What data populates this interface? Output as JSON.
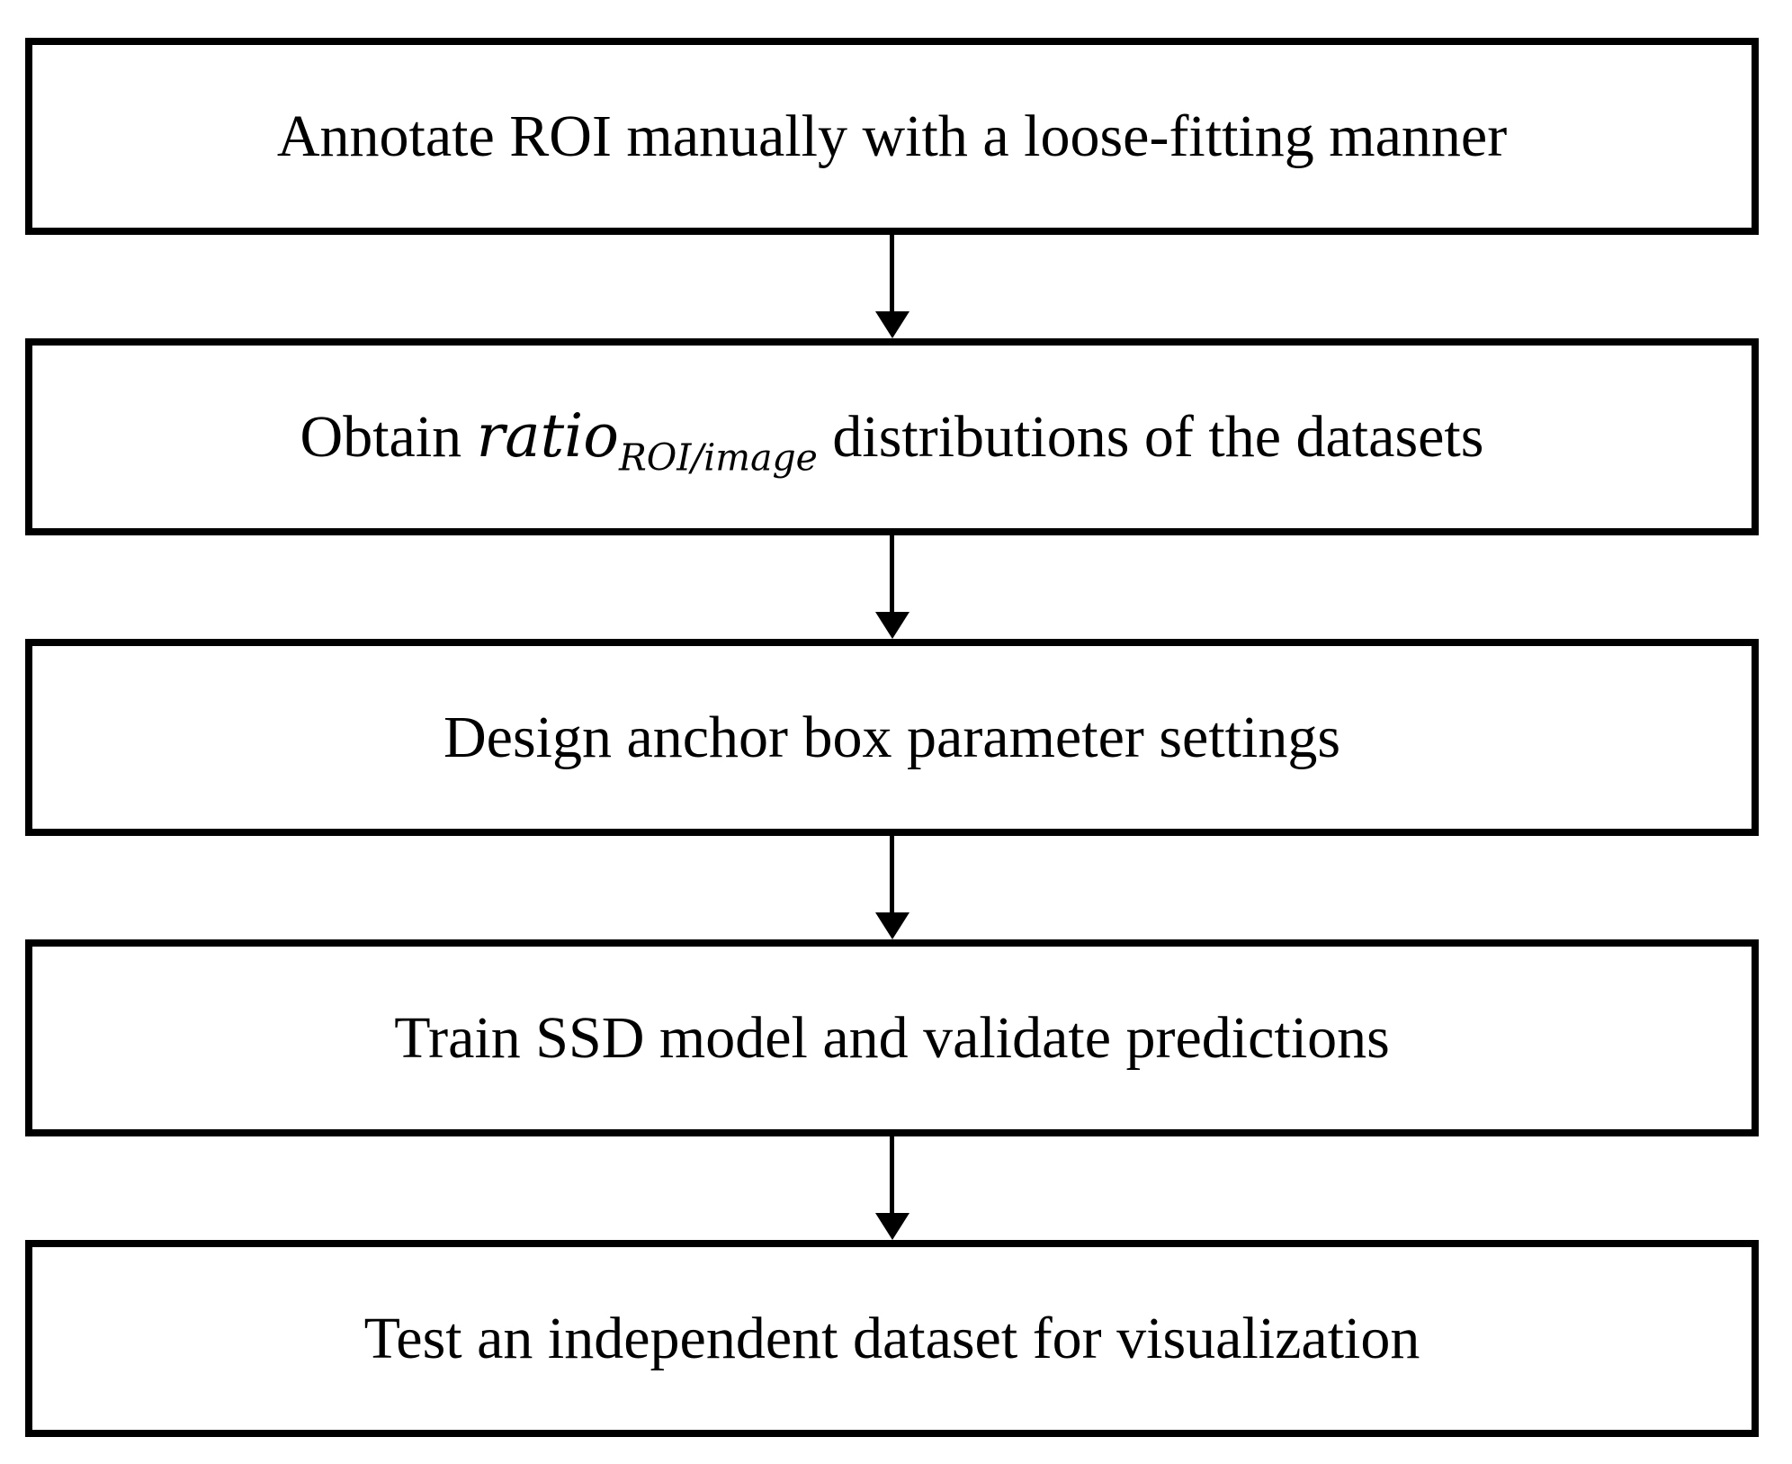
{
  "diagram": {
    "type": "flowchart",
    "background_color": "#ffffff",
    "box_border_color": "#000000",
    "text_color": "#000000",
    "arrow_color": "#000000",
    "direction": "top-to-bottom",
    "steps": [
      {
        "label": "Annotate ROI manually with a loose-fitting manner"
      },
      {
        "label_prefix": "Obtain ",
        "math_base": "ratio",
        "math_subscript": "ROI/image",
        "label_suffix": " distributions of the datasets",
        "full_label": "Obtain ratio_ROI/image distributions of the datasets"
      },
      {
        "label": "Design anchor box parameter settings"
      },
      {
        "label": "Train SSD model and validate predictions"
      },
      {
        "label": "Test an independent dataset for visualization"
      }
    ]
  }
}
